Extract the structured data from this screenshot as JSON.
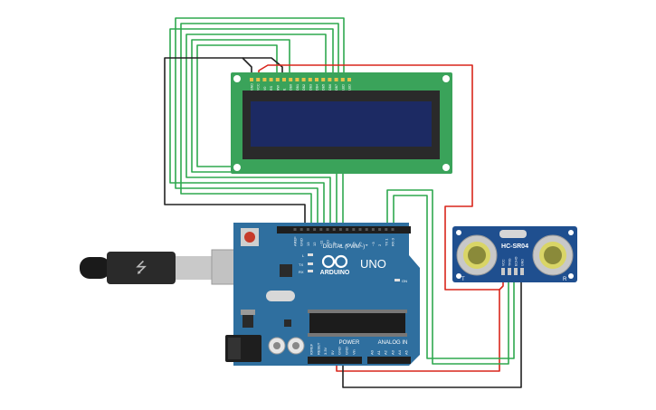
{
  "arduino": {
    "brand": "ARDUINO",
    "model": "UNO",
    "digital_label": "DIGITAL (PWM~)",
    "power_label": "POWER",
    "analog_label": "ANALOG IN",
    "on_label": "ON",
    "led_l": "L",
    "led_tx": "TX",
    "led_rx": "RX",
    "digital_pins": [
      "AREF",
      "GND",
      "13",
      "12",
      "~11",
      "~10",
      "~9",
      "8",
      "7",
      "~6",
      "~5",
      "4",
      "~3",
      "2",
      "TX 1",
      "RX 0"
    ],
    "power_pins": [
      "IOREF",
      "RESET",
      "3.3V",
      "5V",
      "GND",
      "GND",
      "Vin"
    ],
    "analog_pins": [
      "A0",
      "A1",
      "A2",
      "A3",
      "A4",
      "A5"
    ]
  },
  "lcd": {
    "pins": [
      "GND",
      "VCC",
      "V0",
      "RS",
      "RW",
      "E",
      "DB0",
      "DB1",
      "DB2",
      "DB3",
      "DB4",
      "DB5",
      "DB6",
      "DB7",
      "LED",
      "LED"
    ]
  },
  "sensor": {
    "name": "HC-SR04",
    "pins": [
      "VCC",
      "TRIG",
      "ECHO",
      "GND"
    ],
    "left_mark": "T",
    "right_mark": "R"
  },
  "colors": {
    "board": "#2f6f9f",
    "lcd_pcb": "#3aa35a",
    "lcd_screen": "#1c2a63",
    "sensor_pcb": "#1f4f8f",
    "wire_green": "#2fa84f",
    "wire_red": "#d9261c",
    "wire_black": "#222222"
  }
}
